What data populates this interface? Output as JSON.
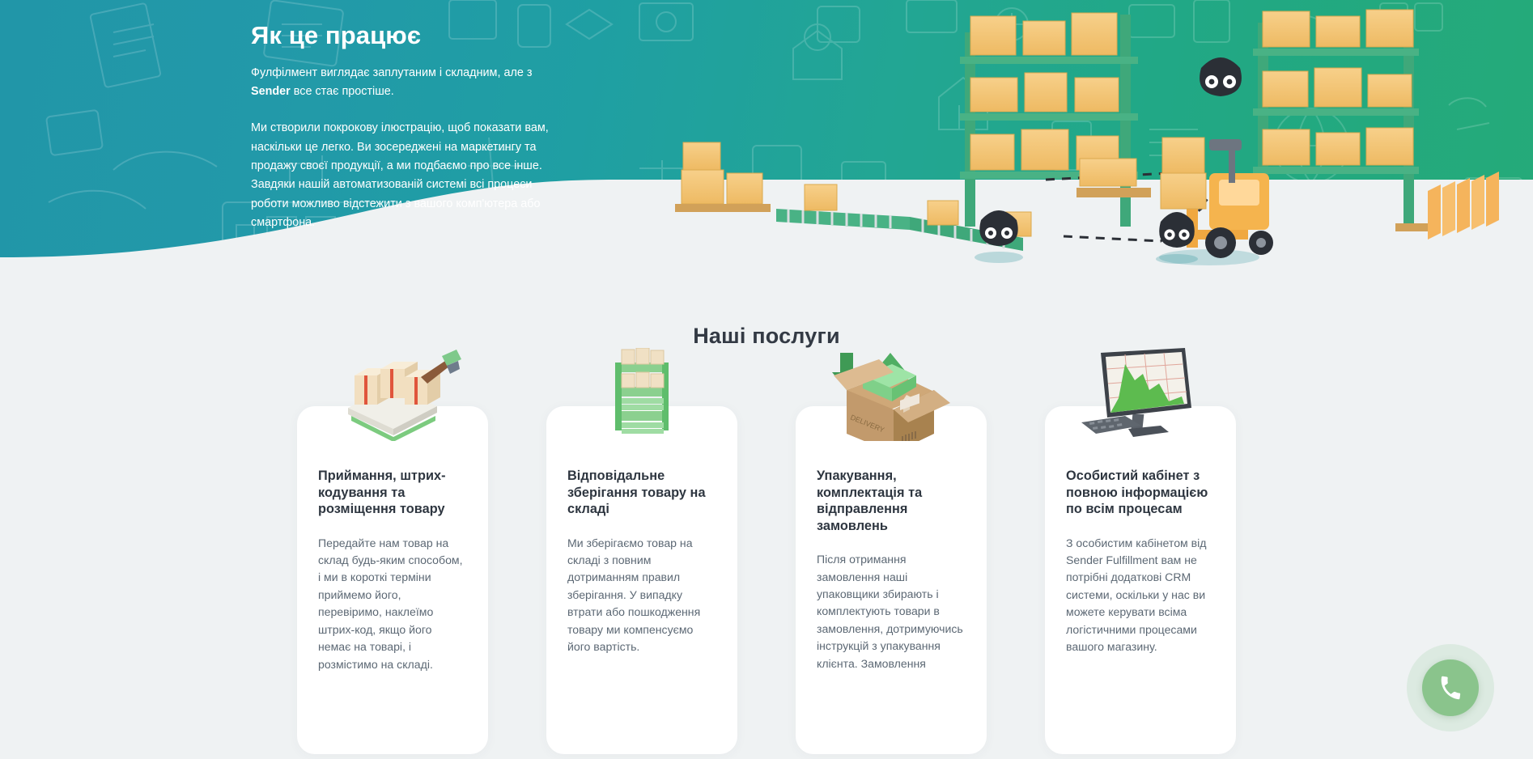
{
  "hero": {
    "title": "Як це працює",
    "lead_before": "Фулфілмент виглядає заплутаним і складним, але з ",
    "lead_brand": "Sender",
    "lead_after": " все стає простіше.",
    "paragraph": "Ми створили покрокову ілюстрацію, щоб показати вам, наскільки це легко. Ви зосереджені на маркетингу та продажу своєї продукції, а ми подбаємо про все інше. Завдяки нашій автоматизованій системі всі процеси роботи можливо відстежити з вашого комп'ютера або смартфона.",
    "illustration_name": "warehouse-fulfillment-illustration",
    "gradient_start": "#2196a8",
    "gradient_end": "#25aa79"
  },
  "services": {
    "title": "Наші послуги",
    "cards": [
      {
        "icon": "boxes-on-scale-scanner-icon",
        "title": "Приймання, штрих-кодування та розміщення товару",
        "text": "Передайте нам товар на склад будь-яким способом, і ми в короткі терміни приймемо його, перевіримо, наклеїмо штрих-код, якщо його немає на товарі, і розмістимо на складі."
      },
      {
        "icon": "warehouse-shelf-rack-icon",
        "title": "Відповідальне зберігання товару на складі",
        "text": "Ми зберігаємо товар на складі з повним дотриманням правил зберігання. У випадку втрати або пошкодження товару ми компенсуємо його вартість."
      },
      {
        "icon": "delivery-box-packing-icon",
        "title": "Упакування, комплектація та відправлення замовлень",
        "text": "Після отримання замовлення наші упаковщики збирають і комплектують товари в замовлення, дотримуючись інструкцій з упакування клієнта. Замовлення"
      },
      {
        "icon": "desktop-monitor-chart-icon",
        "title": "Особистий кабінет з повною інформацією по всім процесам",
        "text": "З особистим кабінетом від Sender Fulfillment вам не потрібні додаткові CRM системи, оскільки у нас ви можете керувати всіма логістичними процесами вашого магазину."
      }
    ]
  },
  "floating_action": {
    "icon": "phone-icon",
    "color": "#8ac48c",
    "label": "Call"
  }
}
